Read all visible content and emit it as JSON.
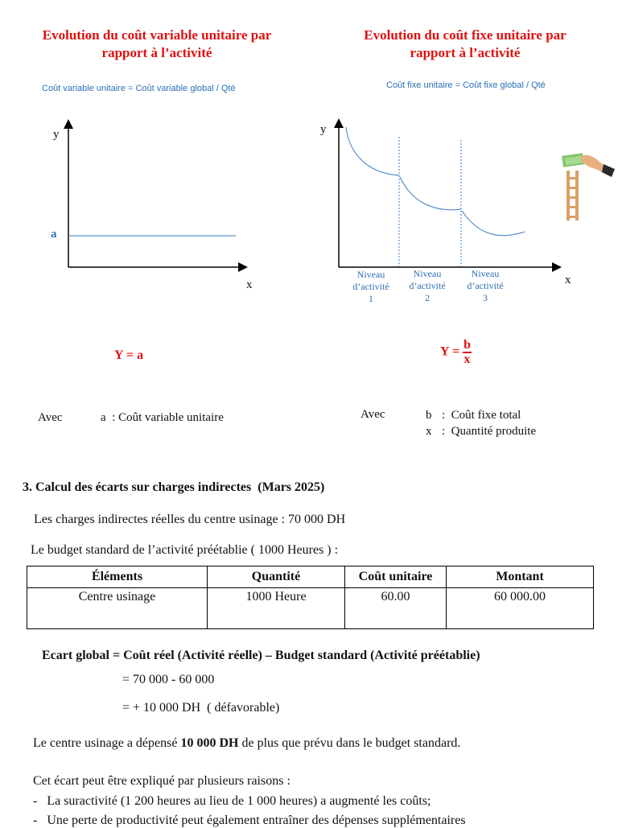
{
  "left_chart": {
    "title_line1": "Evolution du coût variable unitaire par",
    "title_line2": "rapport à l’activité",
    "formula": "Coût variable unitaire = Coût variable global / Qté",
    "y_label": "y",
    "x_label": "x",
    "a_label": "a",
    "equation": "Y = a",
    "avec": "Avec",
    "legend_a": "a  : Coût variable unitaire"
  },
  "right_chart": {
    "title_line1": "Evolution du coût fixe unitaire par",
    "title_line2": "rapport à l’activité",
    "formula": "Coût fixe unitaire = Coût fixe global / Qté",
    "y_label": "y",
    "x_label": "x",
    "levels": [
      {
        "l1": "Niveau",
        "l2": "d’activité",
        "l3": "1"
      },
      {
        "l1": "Niveau",
        "l2": "d’activité",
        "l3": "2"
      },
      {
        "l1": "Niveau",
        "l2": "d’activité",
        "l3": "3"
      }
    ],
    "equation_prefix": "Y =",
    "equation_num": "b",
    "equation_den": "x",
    "avec": "Avec",
    "legend_b_key": "b",
    "legend_b_val": ":  Coût fixe total",
    "legend_x_key": "x",
    "legend_x_val": ":  Quantité produite"
  },
  "section": {
    "heading": "3. Calcul des écarts sur charges indirectes  (Mars 2025)",
    "p1": "Les charges indirectes réelles du centre usinage : 70 000 DH",
    "p2": "Le budget standard de l’activité préétablie ( 1000 Heures ) :",
    "table": {
      "headers": [
        "Éléments",
        "Quantité",
        "Coût unitaire",
        "Montant"
      ],
      "rows": [
        [
          "Centre usinage",
          "1000 Heure",
          "60.00",
          "60 000.00"
        ]
      ]
    },
    "ecart_formula": "Ecart global = Coût réel (Activité réelle) – Budget standard (Activité préétablie)",
    "ecart_step1": "= 70 000 - 60 000",
    "ecart_step2": "= + 10 000 DH  ( défavorable)",
    "conclusion_pre": "Le centre usinage a dépensé ",
    "conclusion_bold": "10 000 DH",
    "conclusion_post": " de plus que prévu dans le budget standard.",
    "explain": "Cet écart peut être expliqué par plusieurs raisons :",
    "bullets": [
      "La suractivité (1 200 heures au lieu de 1 000 heures) a augmenté les coûts;",
      "Une perte de productivité peut également entraîner des dépenses supplémentaires"
    ]
  }
}
